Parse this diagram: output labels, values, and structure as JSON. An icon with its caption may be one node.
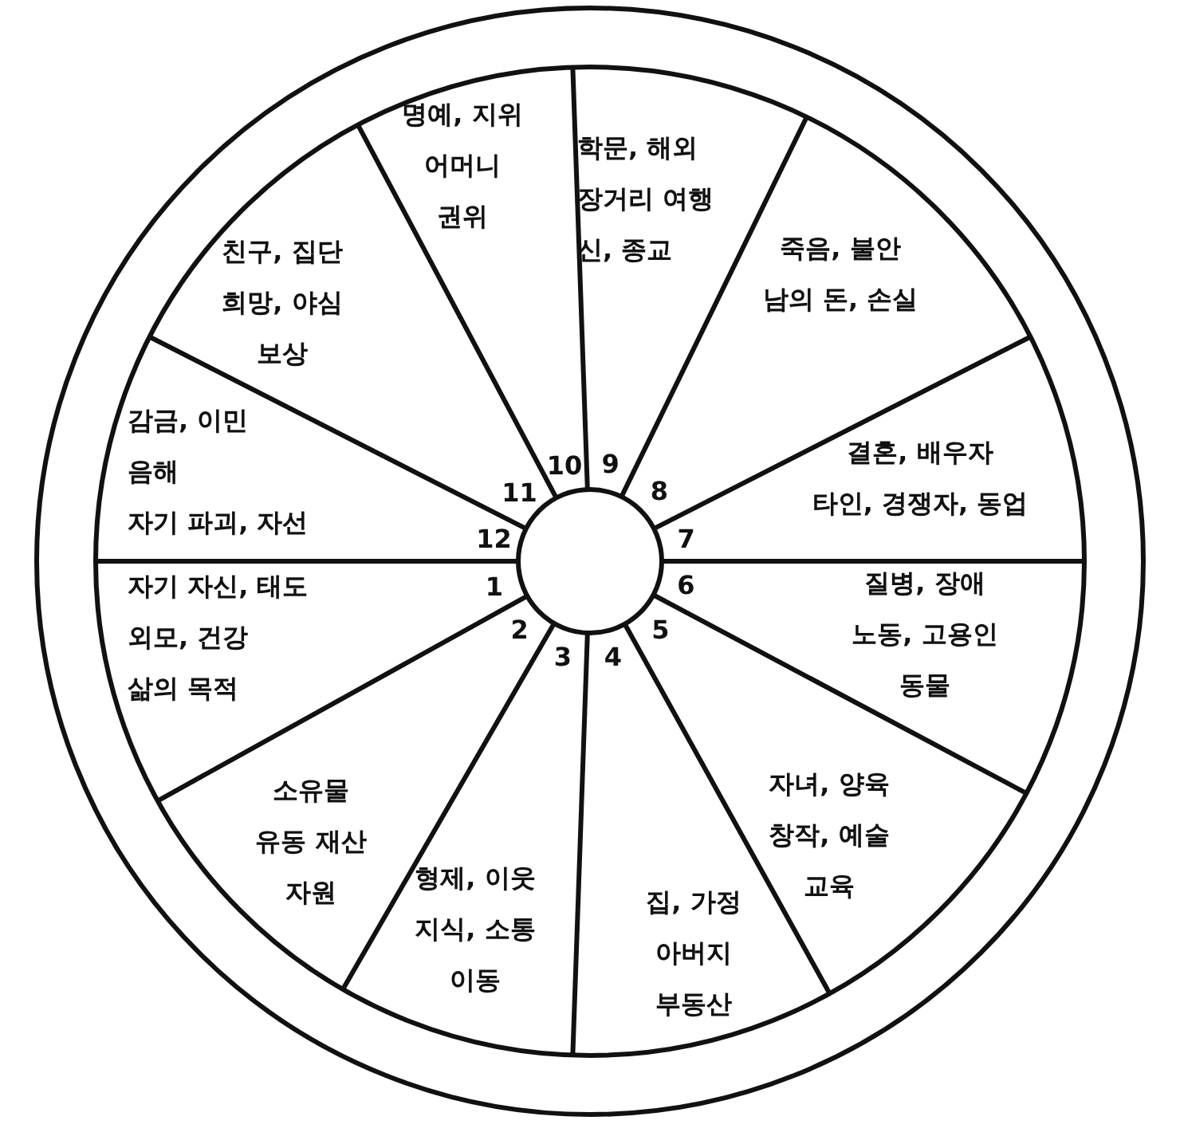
{
  "diagram": {
    "nodes": [
      {
        "text": [
          "자기 자신, 태도",
          "외모, 건강",
          "삶의 목적"
        ]
      },
      {
        "text": [
          "소유물",
          "유동 재산",
          "자원"
        ]
      },
      {
        "text": [
          "형제, 이웃",
          "지식, 소통",
          "이동"
        ]
      },
      {
        "text": [
          "집, 가정",
          "아버지",
          "부동산"
        ]
      },
      {
        "text": [
          "자녀, 양육",
          "창작, 예술",
          "교육"
        ]
      },
      {
        "text": [
          "질병, 장애",
          "노동, 고용인",
          "동물"
        ]
      },
      {
        "text": [
          "결혼, 배우자",
          "타인, 경쟁자, 동업"
        ]
      },
      {
        "text": [
          "죽음, 불안",
          "남의 돈, 손실"
        ]
      },
      {
        "text": [
          "학문, 해외",
          "장거리 여행",
          "신, 종교"
        ]
      },
      {
        "text": [
          "명예, 지위",
          "어머니",
          "권위"
        ]
      },
      {
        "text": [
          "친구, 집단",
          "희망, 야심",
          "보상"
        ]
      },
      {
        "text": [
          "감금, 이민",
          "음해",
          "자기 파괴, 자선"
        ]
      }
    ],
    "labels": [
      "1",
      "2",
      "3",
      "4",
      "5",
      "6",
      "7",
      "8",
      "9",
      "10",
      "11",
      "12"
    ]
  }
}
